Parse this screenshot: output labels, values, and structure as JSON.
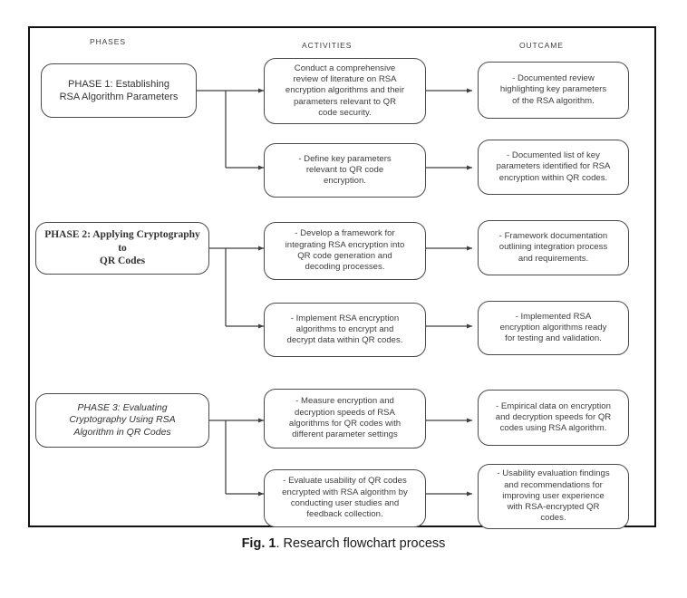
{
  "figure": {
    "caption_label": "Fig. 1",
    "caption_text": ". Research flowchart process"
  },
  "columns": [
    {
      "id": "phases",
      "label": "PHASES"
    },
    {
      "id": "activities",
      "label": "ACTIVITIES"
    },
    {
      "id": "outcame",
      "label": "OUTCAME"
    }
  ],
  "phases": [
    {
      "id": "phase-1",
      "label": "PHASE 1: Establishing\nRSA Algorithm Parameters",
      "style": "regular"
    },
    {
      "id": "phase-2",
      "label": "PHASE 2: Applying Cryptography to\nQR Codes",
      "style": "serif-bold"
    },
    {
      "id": "phase-3",
      "label": "PHASE 3: Evaluating\nCryptography Using RSA\nAlgorithm in QR Codes",
      "style": "italic"
    }
  ],
  "activities": [
    {
      "id": "activity-1a",
      "label": "Conduct a comprehensive\nreview of literature on RSA\nencryption algorithms and their\nparameters relevant to QR\ncode security."
    },
    {
      "id": "activity-1b",
      "label": "- Define key parameters\nrelevant to QR code\nencryption."
    },
    {
      "id": "activity-2a",
      "label": "- Develop a framework for\nintegrating RSA encryption into\nQR code generation and\ndecoding processes."
    },
    {
      "id": "activity-2b",
      "label": "- Implement RSA encryption\nalgorithms to encrypt and\ndecrypt data within QR codes."
    },
    {
      "id": "activity-3a",
      "label": "- Measure encryption and\ndecryption speeds of RSA\nalgorithms for QR codes with\ndifferent parameter settings"
    },
    {
      "id": "activity-3b",
      "label": "- Evaluate usability of QR codes\nencrypted with RSA algorithm by\nconducting user studies and\nfeedback collection."
    }
  ],
  "outcomes": [
    {
      "id": "outcome-1a",
      "label": "- Documented review\nhighlighting key parameters\nof the RSA algorithm."
    },
    {
      "id": "outcome-1b",
      "label": "- Documented list of key\nparameters identified for RSA\nencryption within QR codes."
    },
    {
      "id": "outcome-2a",
      "label": "- Framework documentation\noutlining integration process\nand requirements."
    },
    {
      "id": "outcome-2b",
      "label": "- Implemented RSA\nencryption algorithms ready\nfor testing and validation."
    },
    {
      "id": "outcome-3a",
      "label": "- Empirical data on encryption\nand decryption speeds for QR\ncodes using RSA algorithm."
    },
    {
      "id": "outcome-3b",
      "label": "- Usability evaluation findings\nand recommendations for\nimproving user experience\nwith RSA-encrypted QR\ncodes."
    }
  ],
  "colors": {
    "frame_border": "#111111",
    "node_border": "#4a4a4a",
    "connector": "#3f3f3f",
    "text": "#3d3d3d",
    "background": "#ffffff"
  }
}
